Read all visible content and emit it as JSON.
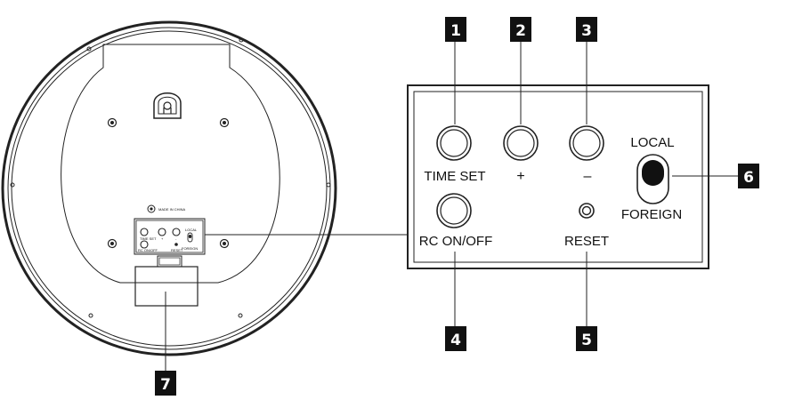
{
  "clock_back": {
    "made_in": "MADE IN CHINA",
    "mini_panel": {
      "time_set": "TIME SET",
      "plus": "+",
      "minus": "-",
      "local": "LOCAL",
      "foreign": "FOREIGN",
      "rc_onoff": "RC ON/OFF",
      "reset": "RESET"
    }
  },
  "panel": {
    "time_set": "TIME SET",
    "plus": "+",
    "minus": "–",
    "rc_onoff": "RC ON/OFF",
    "reset": "RESET",
    "local": "LOCAL",
    "foreign": "FOREIGN"
  },
  "callouts": {
    "c1": "1",
    "c2": "2",
    "c3": "3",
    "c4": "4",
    "c5": "5",
    "c6": "6",
    "c7": "7"
  },
  "colors": {
    "line": "#222222",
    "badge": "#111111",
    "background": "#ffffff"
  }
}
